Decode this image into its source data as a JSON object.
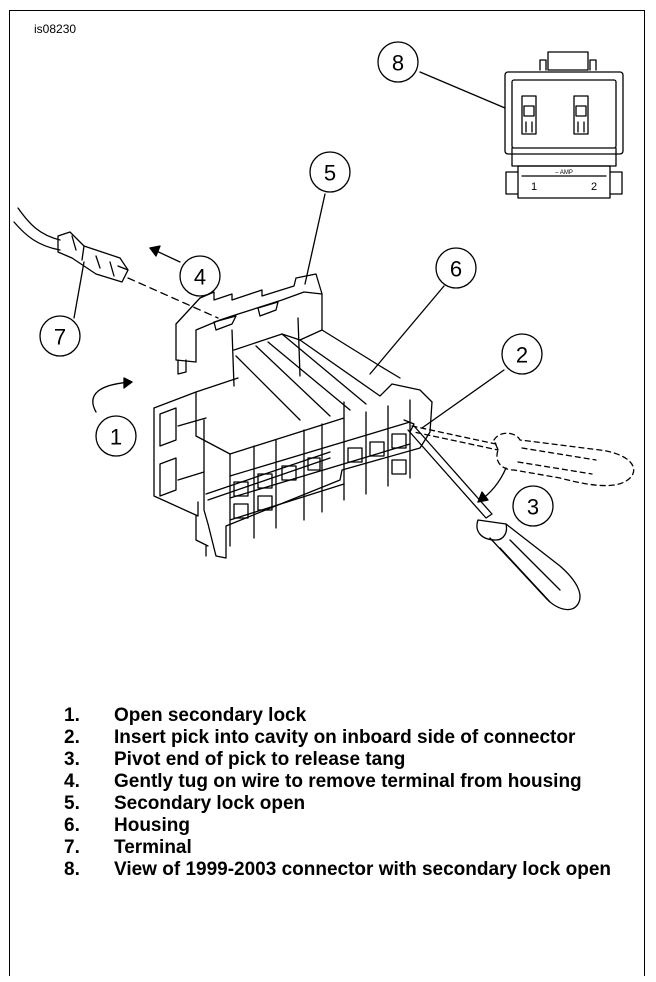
{
  "figure_id": "is08230",
  "callouts": {
    "c1": "1",
    "c2": "2",
    "c3": "3",
    "c4": "4",
    "c5": "5",
    "c6": "6",
    "c7": "7",
    "c8": "8"
  },
  "inset": {
    "brand": "– AMP",
    "pin_1": "1",
    "pin_2": "2"
  },
  "legend": [
    {
      "num": "1.",
      "text": "Open secondary lock"
    },
    {
      "num": "2.",
      "text": "Insert pick into cavity on inboard side of connector"
    },
    {
      "num": "3.",
      "text": "Pivot end of pick to release tang"
    },
    {
      "num": "4.",
      "text": "Gently tug on wire to remove terminal from housing"
    },
    {
      "num": "5.",
      "text": "Secondary lock open"
    },
    {
      "num": "6.",
      "text": "Housing"
    },
    {
      "num": "7.",
      "text": "Terminal"
    },
    {
      "num": "8.",
      "text": "View of 1999-2003 connector with secondary lock open"
    }
  ]
}
